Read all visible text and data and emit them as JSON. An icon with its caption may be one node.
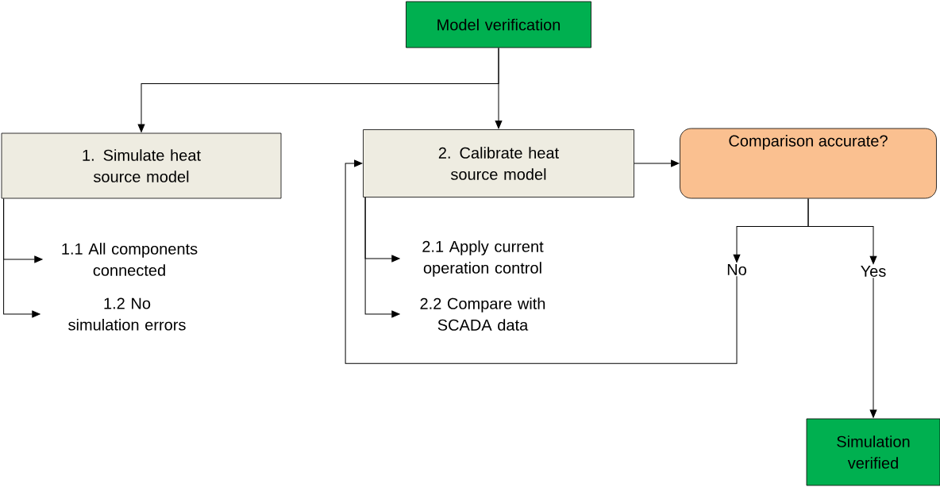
{
  "diagram": {
    "nodes": [
      {
        "text": [
          "Model verification"
        ]
      },
      {
        "text": [
          "1. Simulate heat source model"
        ]
      },
      {
        "text": [
          "2. Calibrate heat source model"
        ]
      },
      {
        "text": [
          "Comparison accurate?"
        ]
      },
      {
        "text": [
          "1.1 All components connected"
        ]
      },
      {
        "text": [
          "1.2 No simulation errors"
        ]
      },
      {
        "text": [
          "2.1 Apply current operation control"
        ]
      },
      {
        "text": [
          "2.2 Compare with SCADA data"
        ]
      },
      {
        "text": [
          "No"
        ]
      },
      {
        "text": [
          "Yes"
        ]
      },
      {
        "text": [
          "Simulation verified"
        ]
      }
    ],
    "edges": [
      {
        "from": 0,
        "to": 1,
        "arrow": "to"
      },
      {
        "from": 0,
        "to": 2,
        "arrow": "to"
      },
      {
        "from": 1,
        "to": 4,
        "arrow": "to"
      },
      {
        "from": 1,
        "to": 5,
        "arrow": "to"
      },
      {
        "from": 2,
        "to": 6,
        "arrow": "to"
      },
      {
        "from": 2,
        "to": 7,
        "arrow": "to"
      },
      {
        "from": 2,
        "to": 3,
        "arrow": "to"
      },
      {
        "from": 3,
        "to": 8,
        "arrow": "to"
      },
      {
        "from": 3,
        "to": 9,
        "arrow": "to"
      },
      {
        "from": 8,
        "to": 2,
        "arrow": "to"
      },
      {
        "from": 9,
        "to": 10,
        "arrow": "to"
      }
    ]
  }
}
